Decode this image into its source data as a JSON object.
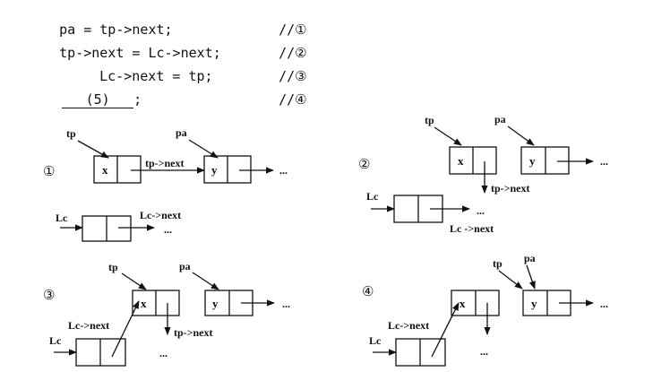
{
  "code_lines": [
    {
      "text": "pa = tp->next;",
      "comment": "//①"
    },
    {
      "text": "tp->next = Lc->next;",
      "comment": "//②"
    },
    {
      "text": "Lc->next = tp;",
      "comment": "//③"
    },
    {
      "blank": "(5)",
      "suffix": ";",
      "comment": "//④"
    }
  ],
  "diagrams": [
    {
      "step": "①",
      "labels": {
        "tp": "tp",
        "pa": "pa",
        "lc": "Lc",
        "tp_next": "tp->next",
        "lc_next": "Lc->next"
      },
      "x_value": "x",
      "y_value": "y",
      "ellipsis": "..."
    },
    {
      "step": "②",
      "labels": {
        "tp": "tp",
        "pa": "pa",
        "lc": "Lc",
        "tp_next": "tp->next",
        "lc_next": "Lc ->next"
      },
      "x_value": "x",
      "y_value": "y",
      "ellipsis": "..."
    },
    {
      "step": "③",
      "labels": {
        "tp": "tp",
        "pa": "pa",
        "lc": "Lc",
        "tp_next": "tp->next",
        "lc_next": "Lc->next"
      },
      "x_value": "x",
      "y_value": "y",
      "ellipsis": "..."
    },
    {
      "step": "④",
      "labels": {
        "tp": "tp",
        "pa": "pa",
        "lc": "Lc",
        "lc_next": "Lc->next"
      },
      "x_value": "x",
      "y_value": "y",
      "ellipsis": "..."
    }
  ],
  "colors": {
    "ink": "#111111",
    "background": "#ffffff"
  }
}
